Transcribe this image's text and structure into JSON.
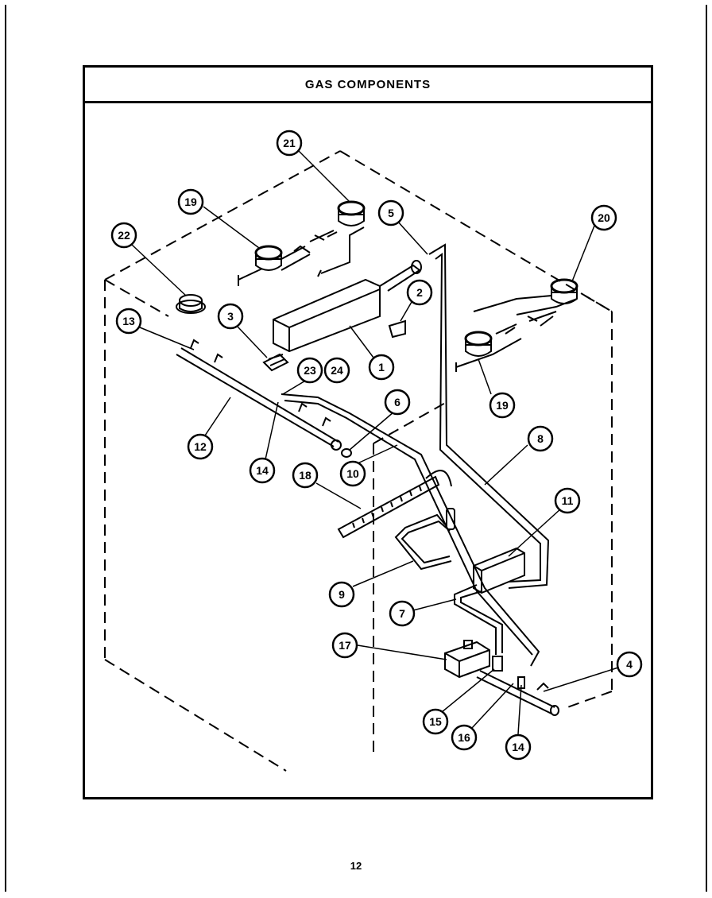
{
  "diagram": {
    "title": "GAS COMPONENTS",
    "page_number": "12"
  },
  "callouts": [
    {
      "id": "c21",
      "label": "21"
    },
    {
      "id": "c19a",
      "label": "19"
    },
    {
      "id": "c5",
      "label": "5"
    },
    {
      "id": "c20",
      "label": "20"
    },
    {
      "id": "c22",
      "label": "22"
    },
    {
      "id": "c2",
      "label": "2"
    },
    {
      "id": "c3",
      "label": "3"
    },
    {
      "id": "c13",
      "label": "13"
    },
    {
      "id": "c1",
      "label": "1"
    },
    {
      "id": "c23",
      "label": "23"
    },
    {
      "id": "c24",
      "label": "24"
    },
    {
      "id": "c19b",
      "label": "19"
    },
    {
      "id": "c6",
      "label": "6"
    },
    {
      "id": "c12",
      "label": "12"
    },
    {
      "id": "c8",
      "label": "8"
    },
    {
      "id": "c14a",
      "label": "14"
    },
    {
      "id": "c10",
      "label": "10"
    },
    {
      "id": "c18",
      "label": "18"
    },
    {
      "id": "c11",
      "label": "11"
    },
    {
      "id": "c9",
      "label": "9"
    },
    {
      "id": "c7",
      "label": "7"
    },
    {
      "id": "c17",
      "label": "17"
    },
    {
      "id": "c4",
      "label": "4"
    },
    {
      "id": "c15",
      "label": "15"
    },
    {
      "id": "c16",
      "label": "16"
    },
    {
      "id": "c14b",
      "label": "14"
    }
  ]
}
